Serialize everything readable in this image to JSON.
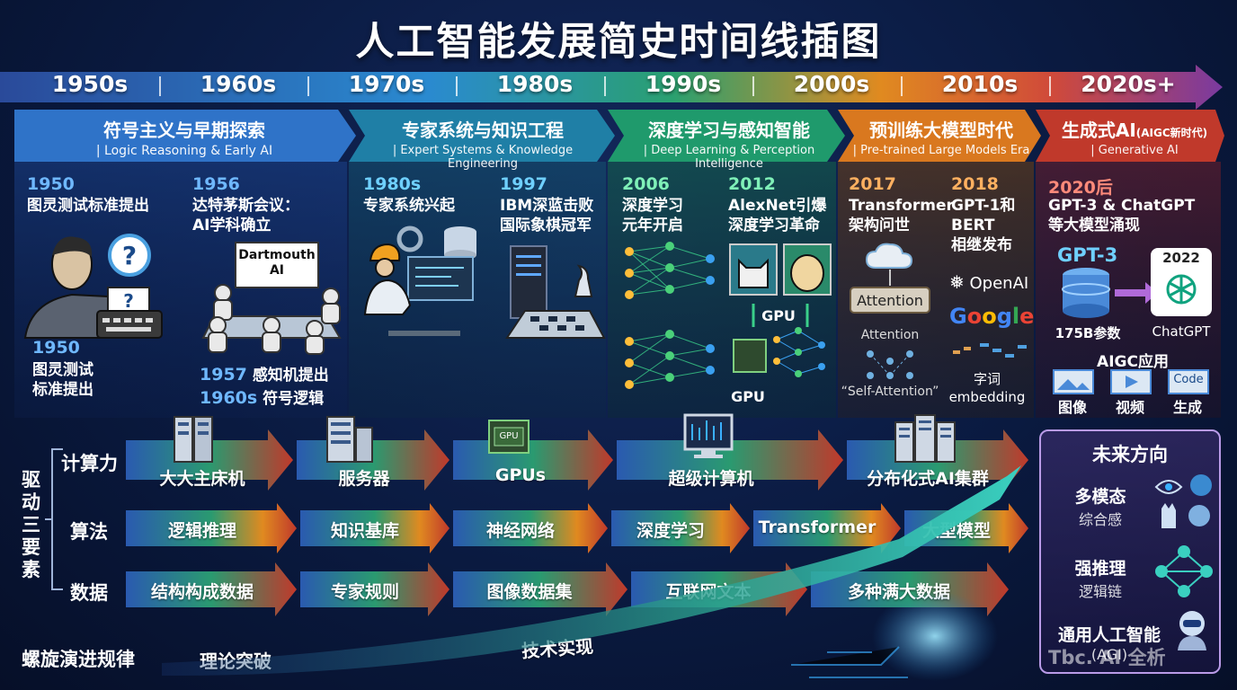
{
  "title": "人工智能发展简史时间线插图",
  "decades": [
    "1950s",
    "1960s",
    "1970s",
    "1980s",
    "1990s",
    "2000s",
    "2010s",
    "2020s+"
  ],
  "eras": [
    {
      "zh": "符号主义与早期探索",
      "en": "| Logic Reasoning & Early AI"
    },
    {
      "zh": "专家系统与知识工程",
      "en": "| Expert Systems & Knowledge Engineering"
    },
    {
      "zh": "深度学习与感知智能",
      "en": "| Deep Learning & Perception Intelligence"
    },
    {
      "zh": "预训练大模型时代",
      "en": "| Pre-trained Large Models Era"
    },
    {
      "zh": "生成式AI",
      "zh_small": "(AIGC新时代)",
      "en": "| Generative AI"
    }
  ],
  "events": {
    "e1950": {
      "year": "1950",
      "text": "图灵测试标准提出"
    },
    "e1956": {
      "year": "1956",
      "text": "达特茅斯会议：\nAI学科确立"
    },
    "dartmouth_board": "Dartmouth\nAI",
    "e1950b": {
      "year": "1950",
      "text": "图灵测试\n标准提出"
    },
    "e1957": {
      "year": "1957",
      "text": "感知机提出"
    },
    "e1960s": {
      "year": "1960s",
      "text": "符号逻辑"
    },
    "e1980s": {
      "year": "1980s",
      "text": "专家系统兴起"
    },
    "e1997": {
      "year": "1997",
      "text": "IBM深蓝击败\n国际象棋冠军"
    },
    "e2006": {
      "year": "2006",
      "text": "深度学习\n元年开启"
    },
    "e2012": {
      "year": "2012",
      "text": "AlexNet引爆\n深度学习革命"
    },
    "gpu_label": "GPU",
    "gpu_chip": "GPU",
    "e2017": {
      "year": "2017",
      "text": "Transformer\n架构问世"
    },
    "attention_box": "Attention",
    "attention_small": "Attention",
    "self_attention": "“Self-Attention”",
    "e2018": {
      "year": "2018",
      "text": "GPT-1和\nBERT\n相继发布"
    },
    "openai": "OpenAI",
    "google": "Google",
    "embedding": "字词\nembedding",
    "e2020": {
      "year": "2020后",
      "text": "GPT-3 & ChatGPT\n等大模型涌现"
    },
    "gpt3": "GPT-3",
    "year2022": "2022",
    "params": "175B参数",
    "chatgpt": "ChatGPT",
    "aigc": "AIGC应用",
    "aigc_items": [
      "图像",
      "视频",
      "生成"
    ],
    "code_label": "Code"
  },
  "drivers": {
    "side_label": "驱动三要素",
    "rows": [
      {
        "label": "计算力",
        "items": [
          "大大主床机",
          "服务器",
          "GPUs",
          "超级计算机",
          "分布化式AI集群"
        ]
      },
      {
        "label": "算法",
        "items": [
          "逻辑推理",
          "知识基库",
          "神经网络",
          "深度学习",
          "Transformer",
          "大型模型"
        ]
      },
      {
        "label": "数据",
        "items": [
          "结构构成数据",
          "专家规则",
          "图像数据集",
          "互联网文本",
          "多种满大数据"
        ]
      }
    ],
    "chip_text": "GPU"
  },
  "spiral": {
    "label": "螺旋演进规律",
    "theory": "理论突破",
    "tech": "技术实现"
  },
  "future": {
    "title": "未来方向",
    "items": [
      {
        "main": "多模态",
        "sub": "综合感"
      },
      {
        "main": "强推理",
        "sub": "逻辑链"
      },
      {
        "main": "通用人工智能",
        "sub": "(AGI)"
      }
    ]
  },
  "watermark": "Tbc. AI 全析",
  "colors": {
    "era1": "#2f73c8",
    "era2": "#1f7fa6",
    "era3": "#1f9a6c",
    "era4": "#d9781f",
    "era5": "#c0392b",
    "future_border": "#b99be8"
  }
}
